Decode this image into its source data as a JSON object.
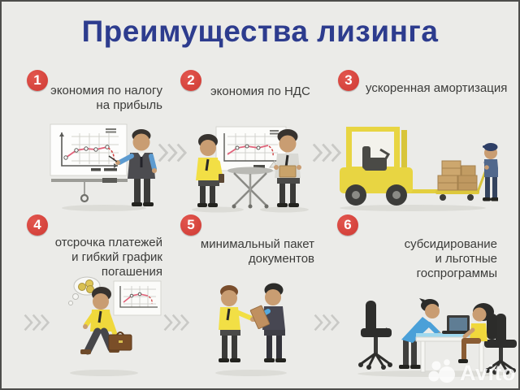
{
  "title": "Преимущества лизинга",
  "colors": {
    "background": "#ebebe8",
    "title": "#2d3c8e",
    "badge": "#d8423c",
    "label_text": "#3c3c3a",
    "chevron": "#c9c9c6",
    "accent_yellow": "#f0d83c",
    "accent_blue": "#4aa0d8",
    "line_chart_pink": "#e2627a"
  },
  "items": [
    {
      "number": "1",
      "lines": [
        "экономия по налогу",
        "на прибыль"
      ],
      "illustration": "man-presenting-chart"
    },
    {
      "number": "2",
      "lines": [
        "экономия по НДС"
      ],
      "illustration": "two-managers-discussing-chart"
    },
    {
      "number": "3",
      "lines": [
        "ускоренная амортизация"
      ],
      "illustration": "forklift-and-loader-with-boxes"
    },
    {
      "number": "4",
      "lines": [
        "отсрочка платежей",
        "и гибкий график",
        "погашения"
      ],
      "illustration": "businessman-walking-with-briefcase"
    },
    {
      "number": "5",
      "lines": [
        "минимальный пакет",
        "документов"
      ],
      "illustration": "manager-handing-documents"
    },
    {
      "number": "6",
      "lines": [
        "субсидирование",
        "и льготные госпрограммы"
      ],
      "illustration": "meeting-at-desk-with-laptop"
    }
  ],
  "watermark": {
    "text": "Avito",
    "icon": "avito-circles-logo"
  }
}
